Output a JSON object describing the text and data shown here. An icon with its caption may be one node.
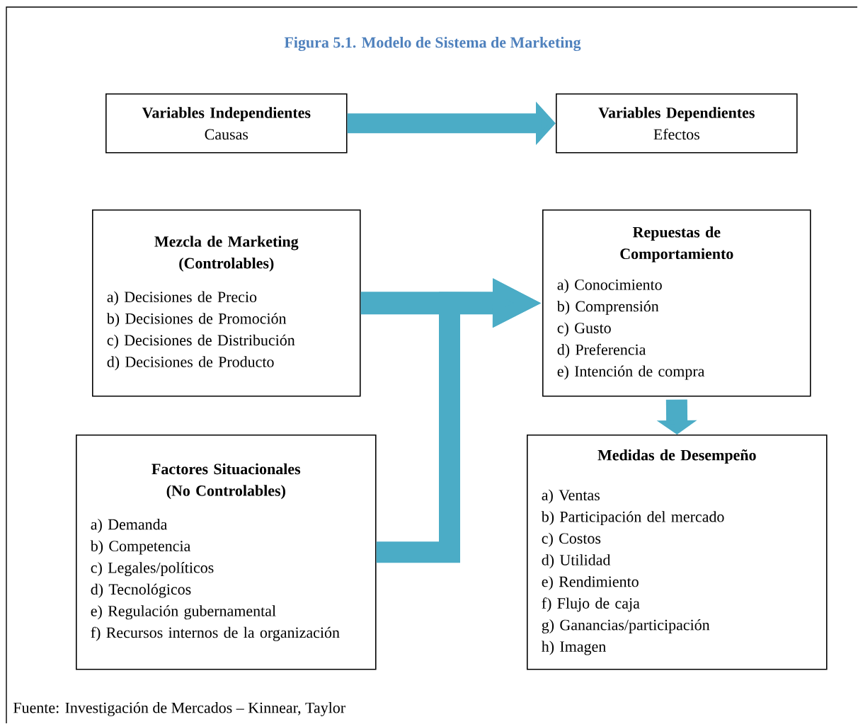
{
  "diagram": {
    "title": "Figura 5.1. Modelo de Sistema de Marketing",
    "caption": "Fuente: Investigación de Mercados – Kinnear, Taylor",
    "nodes": [
      {
        "text": [
          "Variables Independientes",
          "Causas"
        ]
      },
      {
        "text": [
          "Variables Dependientes",
          "Efectos"
        ]
      },
      {
        "text": [
          "Mezcla de Marketing (Controlables)",
          "a) Decisiones de Precio",
          "b) Decisiones de Promoción",
          "c) Decisiones de Distribución",
          "d) Decisiones de Producto"
        ]
      },
      {
        "text": [
          "Repuestas de Comportamiento",
          "a) Conocimiento",
          "b) Comprensión",
          "c) Gusto",
          "d) Preferencia",
          "e) Intención de compra"
        ]
      },
      {
        "text": [
          "Factores Situacionales (No Controlables)",
          "a) Demanda",
          "b) Competencia",
          "c) Legales/políticos",
          "d) Tecnológicos",
          "e) Regulación gubernamental",
          "f) Recursos internos de la organización"
        ]
      },
      {
        "text": [
          "Medidas de Desempeño",
          "a) Ventas",
          "b) Participación del mercado",
          "c) Costos",
          "d) Utilidad",
          "e) Rendimiento",
          "f) Flujo de caja",
          "g) Ganancias/participación",
          "h) Imagen"
        ]
      }
    ],
    "edges": [
      {
        "from": 0,
        "to": 1,
        "arrow": "to"
      },
      {
        "from": 2,
        "to": 3,
        "arrow": "to"
      },
      {
        "from": 4,
        "to": 3,
        "arrow": "to"
      },
      {
        "from": 3,
        "to": 5,
        "arrow": "to"
      }
    ]
  }
}
